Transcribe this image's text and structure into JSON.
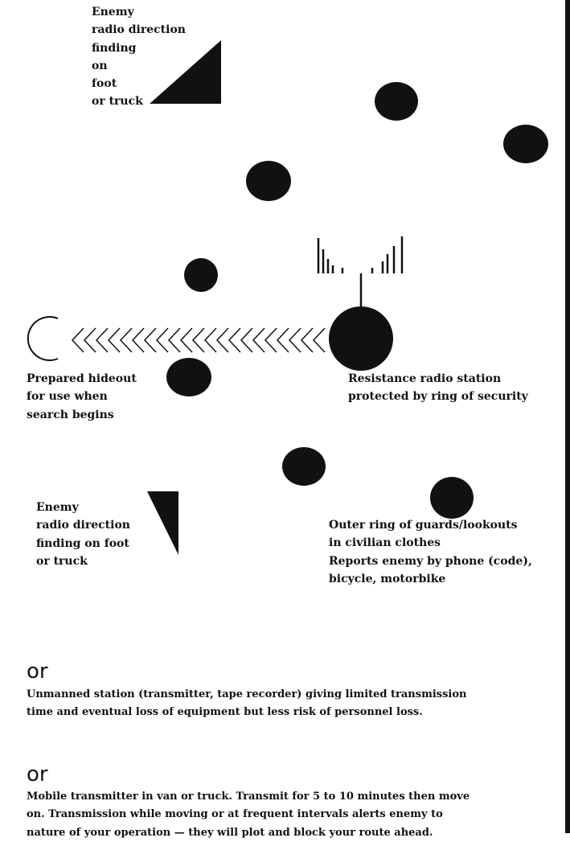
{
  "labels": {
    "direction_top": [
      "Enemy",
      "radio direction",
      "finding",
      "on",
      "foot",
      "or truck"
    ],
    "direction_bottom": [
      "Enemy",
      "radio direction",
      "finding on foot",
      "or truck"
    ],
    "hideout": [
      "Prepared hideout",
      "for use when",
      "search begins"
    ],
    "station": [
      "Resistance radio station",
      "protected by ring of security"
    ],
    "outer_ring": [
      "Outer ring of guards/lookouts",
      "in civilian clothes",
      "Reports enemy by phone (code),",
      "bicycle, motorbike"
    ]
  },
  "alternatives": [
    {
      "or_word": "or",
      "lines": [
        "Unmanned station (transmitter, tape recorder) giving limited transmission",
        "time and eventual loss of equipment but less risk of personnel loss."
      ]
    },
    {
      "or_word": "or",
      "lines": [
        "Mobile transmitter in van or truck. Transmit for 5 to 10 minutes then move",
        "on. Transmission while moving or at frequent intervals alerts enemy to",
        "nature of your operation — they will plot and block your route ahead."
      ]
    }
  ],
  "colors": {
    "ink": "#111111",
    "paper": "#ffffff"
  }
}
